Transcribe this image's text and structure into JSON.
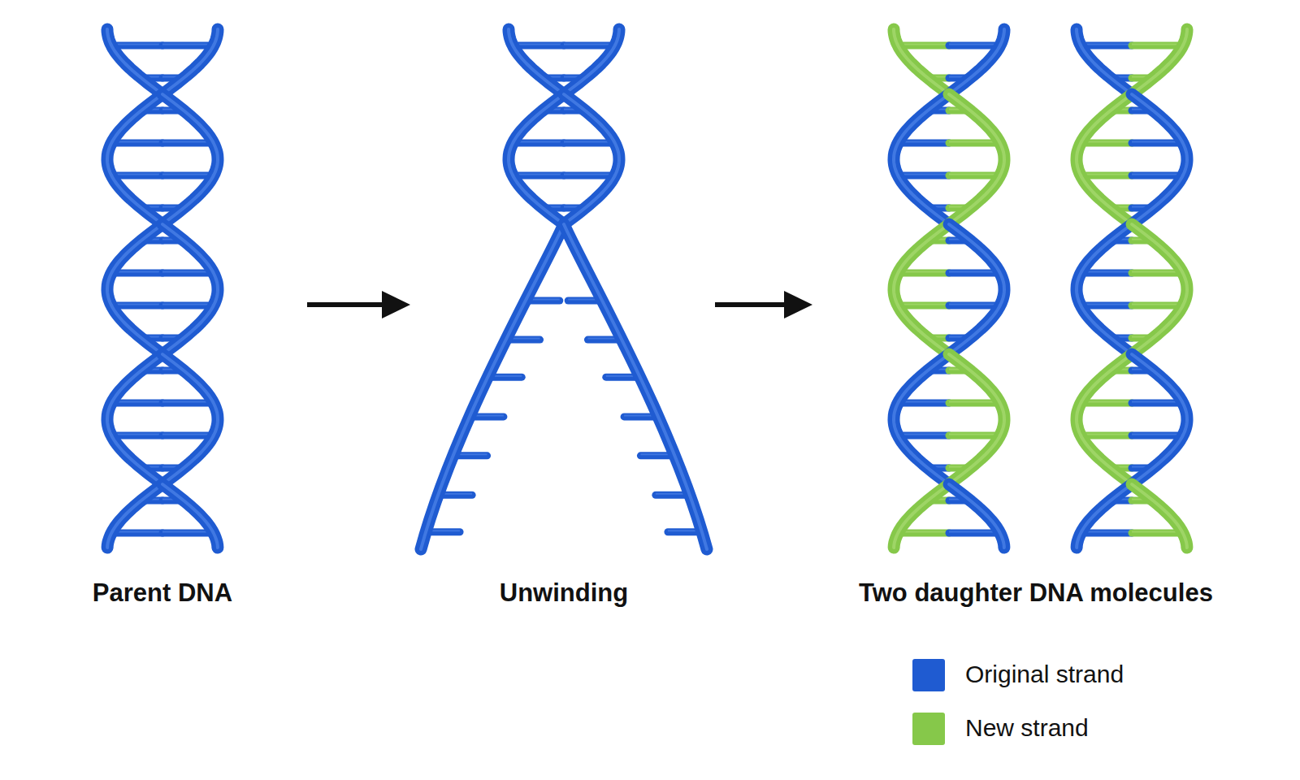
{
  "diagram": {
    "labels": [
      "Parent DNA",
      "Unwinding",
      "Two daughter DNA molecules"
    ],
    "legend": [
      {
        "text": "Original strand",
        "color": "#1f5bd1"
      },
      {
        "text": "New strand",
        "color": "#86c84a"
      }
    ]
  }
}
